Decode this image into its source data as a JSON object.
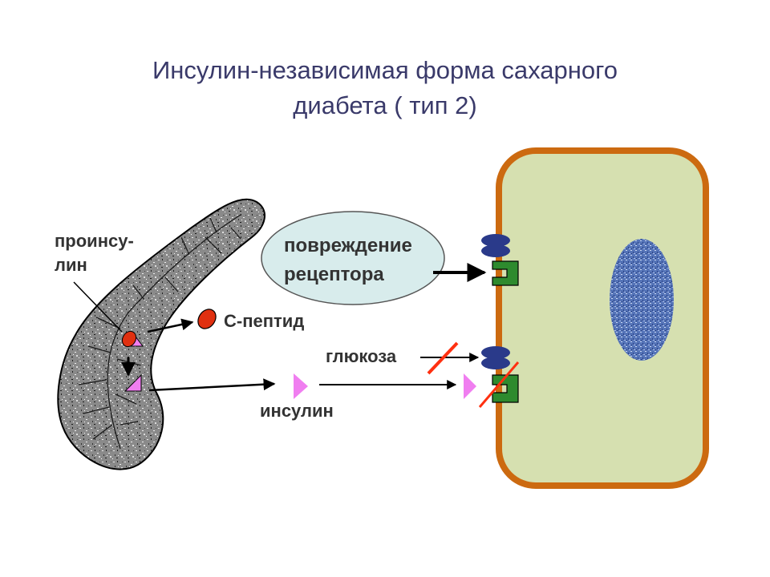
{
  "title": {
    "line1": "Инсулин-независимая форма сахарного",
    "line2": "диабета  ( тип 2)"
  },
  "labels": {
    "proinsulin_line1": "проинсу-",
    "proinsulin_line2": "лин",
    "c_peptide": "С-пептид",
    "receptor_damage_line1": "повреждение",
    "receptor_damage_line2": "рецептора",
    "glucose": "глюкоза",
    "insulin": "инсулин"
  },
  "colors": {
    "cell_fill": "#d6e0b0",
    "cell_border": "#cc6a10",
    "nucleus": "#5a78b8",
    "receptor_green": "#2e8a2e",
    "receptor_blue": "#2a3a8a",
    "insulin_pink": "#f07ef0",
    "c_peptide_red": "#e03010",
    "block_red": "#ff3010",
    "pancreas_gray": "#8c8c8c",
    "oval_fill": "#d8ecec"
  }
}
